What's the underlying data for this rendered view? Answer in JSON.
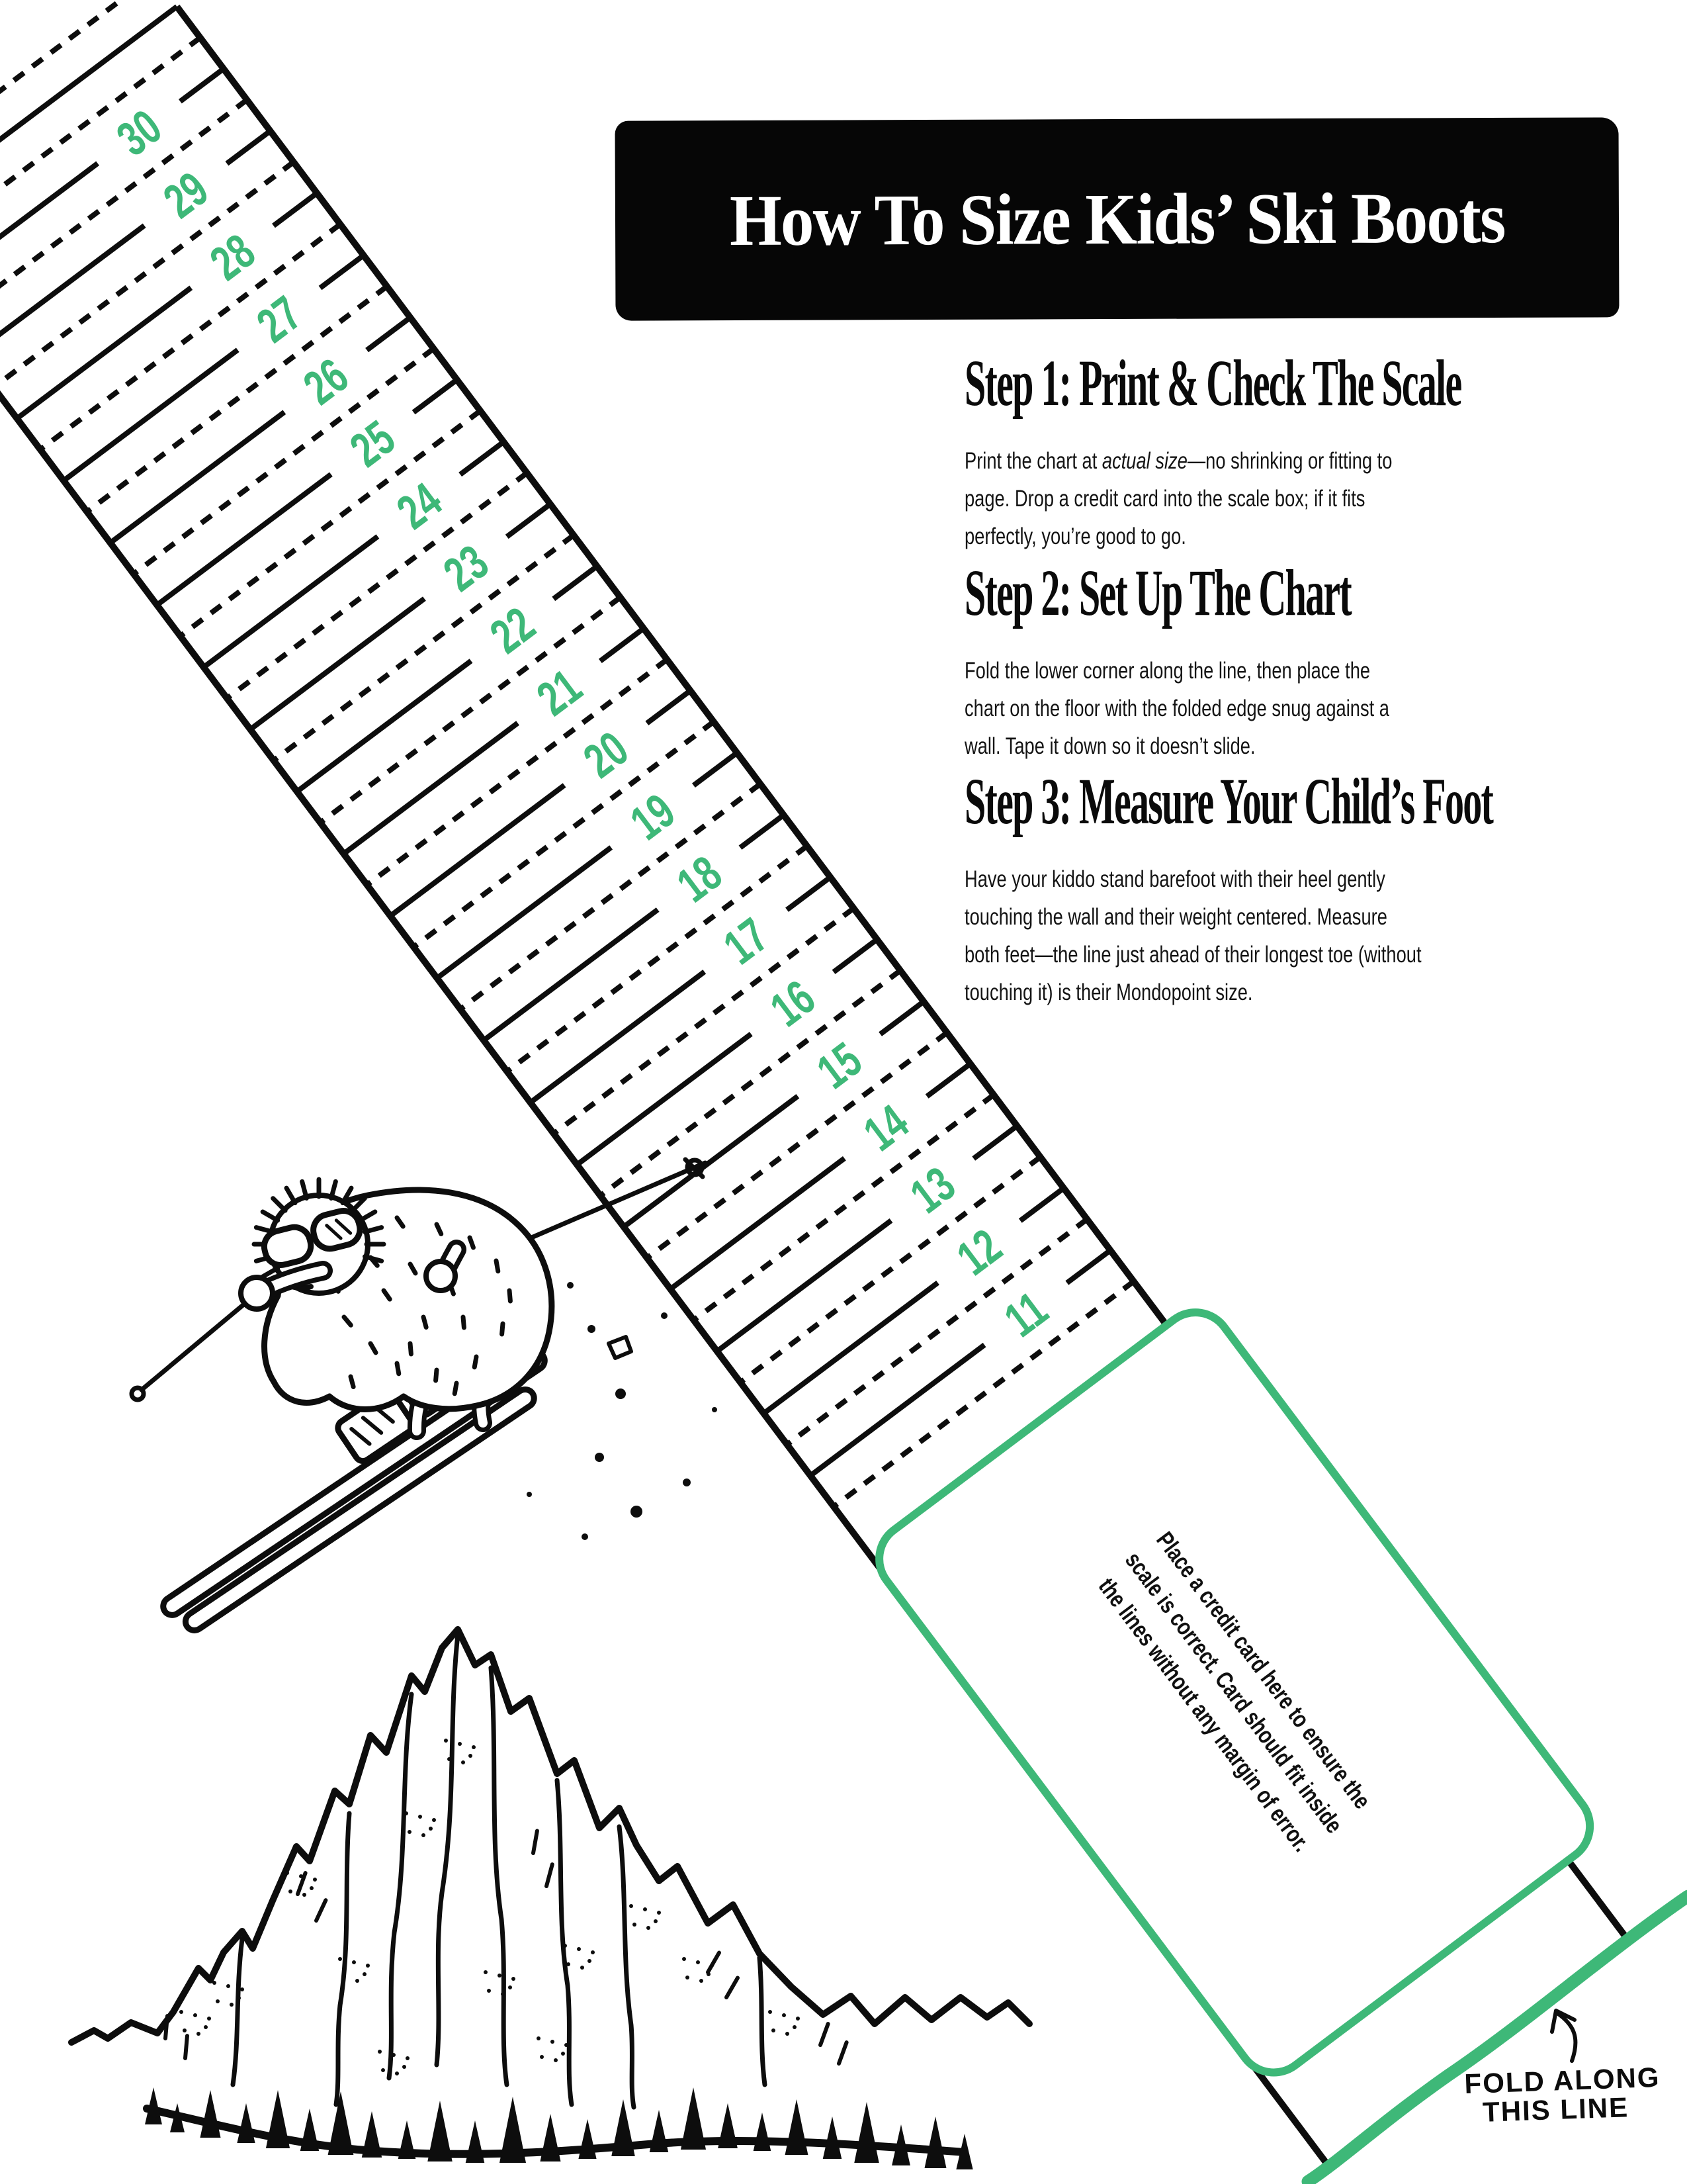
{
  "title": "How To Size Kids’ Ski Boots",
  "steps": [
    {
      "heading": "Step 1: Print & Check The Scale",
      "body_pre": "Print the chart at ",
      "body_em": "actual size",
      "body_post": "—no shrinking or fitting to\npage. Drop a credit card into the scale box; if it fits\nperfectly, you’re good to go."
    },
    {
      "heading": "Step 2: Set Up The Chart",
      "body_pre": "Fold the lower corner along the line, then place the\nchart on the floor with the folded edge snug against a\nwall. Tape it down so it doesn’t slide.",
      "body_em": "",
      "body_post": ""
    },
    {
      "heading": "Step 3: Measure Your Child’s Foot",
      "body_pre": "Have your kiddo stand barefoot with their heel gently\ntouching the wall and their weight centered. Measure\nboth feet—the line just ahead of their longest toe (without\ntouching it) is their Mondopoint size.",
      "body_em": "",
      "body_post": ""
    }
  ],
  "ruler": {
    "sizes": [
      30,
      29,
      28,
      27,
      26,
      25,
      24,
      23,
      22,
      21,
      20,
      19,
      18,
      17,
      16,
      15,
      14,
      13,
      12,
      11
    ],
    "half_marks": true
  },
  "card_box": {
    "lines": [
      "Place a credit card here to ensure the",
      "scale is correct. Card should fit inside",
      "the lines without any margin of error."
    ]
  },
  "fold_note": {
    "line1": "FOLD ALONG",
    "line2": "THIS LINE"
  },
  "colors": {
    "green": "#3eb878",
    "ink": "#0d0d0d",
    "paper": "#ffffff"
  }
}
